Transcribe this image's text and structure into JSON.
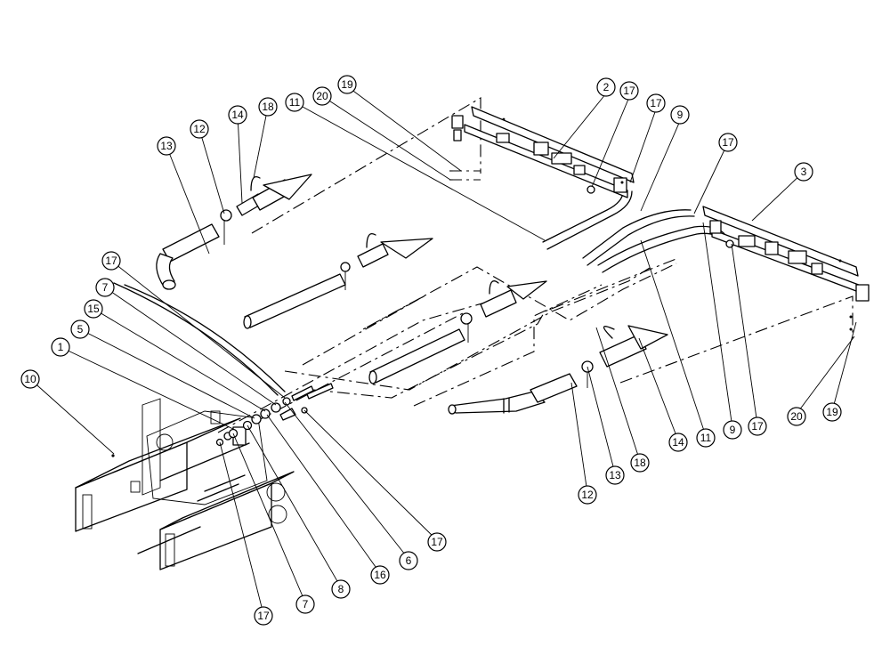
{
  "callouts": [
    {
      "id": "c-2",
      "label": "2"
    },
    {
      "id": "c-17a",
      "label": "17"
    },
    {
      "id": "c-17b",
      "label": "17"
    },
    {
      "id": "c-9a",
      "label": "9"
    },
    {
      "id": "c-19a",
      "label": "19"
    },
    {
      "id": "c-20a",
      "label": "20"
    },
    {
      "id": "c-11a",
      "label": "11"
    },
    {
      "id": "c-18a",
      "label": "18"
    },
    {
      "id": "c-14a",
      "label": "14"
    },
    {
      "id": "c-12a",
      "label": "12"
    },
    {
      "id": "c-13a",
      "label": "13"
    },
    {
      "id": "c-17c",
      "label": "17"
    },
    {
      "id": "c-3",
      "label": "3"
    },
    {
      "id": "c-17d",
      "label": "17"
    },
    {
      "id": "c-7a",
      "label": "7"
    },
    {
      "id": "c-15",
      "label": "15"
    },
    {
      "id": "c-5",
      "label": "5"
    },
    {
      "id": "c-1",
      "label": "1"
    },
    {
      "id": "c-10",
      "label": "10"
    },
    {
      "id": "c-20b",
      "label": "20"
    },
    {
      "id": "c-19b",
      "label": "19"
    },
    {
      "id": "c-11b",
      "label": "11"
    },
    {
      "id": "c-9b",
      "label": "9"
    },
    {
      "id": "c-17e",
      "label": "17"
    },
    {
      "id": "c-14b",
      "label": "14"
    },
    {
      "id": "c-18b",
      "label": "18"
    },
    {
      "id": "c-13b",
      "label": "13"
    },
    {
      "id": "c-12b",
      "label": "12"
    },
    {
      "id": "c-17f",
      "label": "17"
    },
    {
      "id": "c-6",
      "label": "6"
    },
    {
      "id": "c-16",
      "label": "16"
    },
    {
      "id": "c-8",
      "label": "8"
    },
    {
      "id": "c-7b",
      "label": "7"
    },
    {
      "id": "c-17g",
      "label": "17"
    }
  ]
}
